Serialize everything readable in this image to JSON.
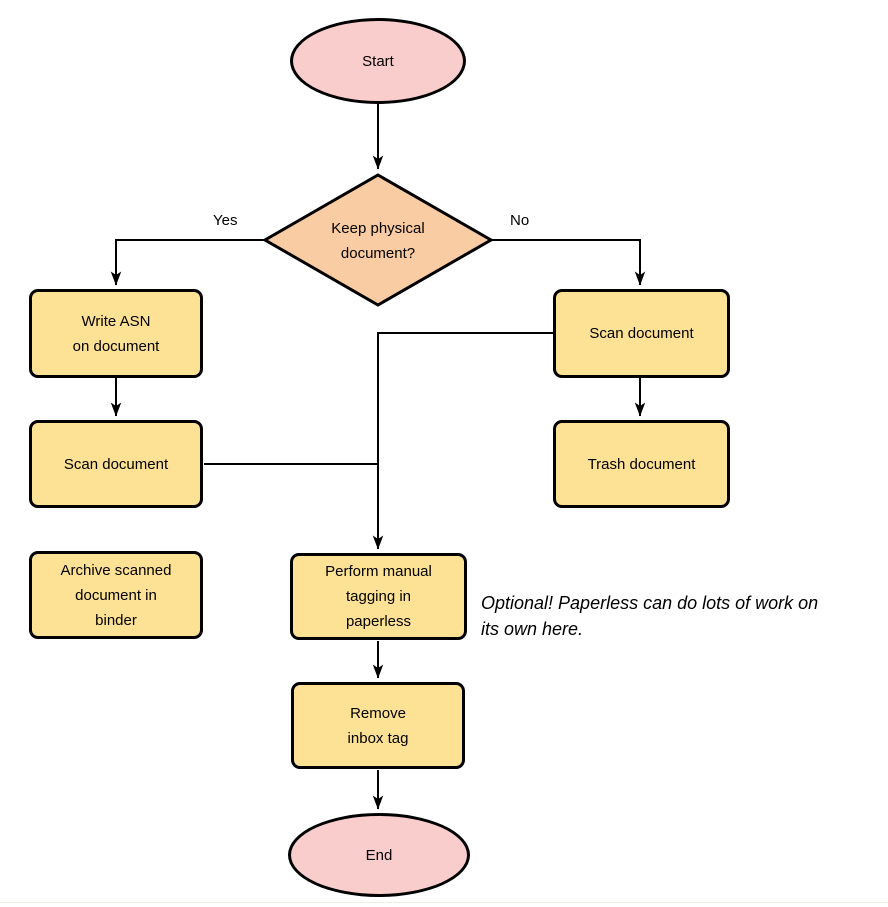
{
  "diagram": {
    "colors": {
      "terminal_fill": "#F9CDCC",
      "decision_fill": "#FACCA3",
      "process_fill": "#FDE295",
      "stroke": "#000000",
      "background": "#ffffff"
    },
    "nodes": {
      "start": {
        "label": "Start",
        "type": "terminal"
      },
      "decision": {
        "label": "Keep physical\ndocument?",
        "type": "decision"
      },
      "write_asn": {
        "label": "Write ASN\non document",
        "type": "process"
      },
      "scan_keep": {
        "label": "Scan document",
        "type": "process"
      },
      "archive": {
        "label": "Archive scanned\ndocument in\nbinder",
        "type": "process"
      },
      "scan_discard": {
        "label": "Scan document",
        "type": "process"
      },
      "trash": {
        "label": "Trash document",
        "type": "process"
      },
      "tagging": {
        "label": "Perform manual\ntagging in\npaperless",
        "type": "process"
      },
      "remove_inbox": {
        "label": "Remove\ninbox tag",
        "type": "process"
      },
      "end": {
        "label": "End",
        "type": "terminal"
      }
    },
    "edge_labels": {
      "yes": "Yes",
      "no": "No"
    },
    "edges": [
      {
        "from": "start",
        "to": "decision",
        "label": ""
      },
      {
        "from": "decision",
        "to": "write_asn",
        "label": "Yes"
      },
      {
        "from": "decision",
        "to": "scan_discard",
        "label": "No"
      },
      {
        "from": "write_asn",
        "to": "scan_keep",
        "label": ""
      },
      {
        "from": "scan_keep",
        "to": "tagging",
        "label": ""
      },
      {
        "from": "scan_discard",
        "to": "tagging",
        "label": ""
      },
      {
        "from": "scan_discard",
        "to": "trash",
        "label": ""
      },
      {
        "from": "tagging",
        "to": "remove_inbox",
        "label": ""
      },
      {
        "from": "remove_inbox",
        "to": "end",
        "label": ""
      }
    ],
    "annotation": "Optional! Paperless can do lots of work on\nits own here."
  }
}
